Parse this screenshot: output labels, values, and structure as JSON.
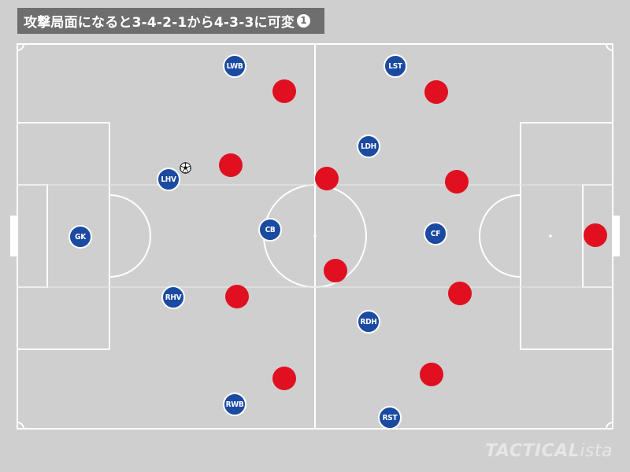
{
  "title": "攻撃局面になると3-4-2-1から4-3-3に可変",
  "title_badge": "1",
  "watermark": {
    "main": "TACTICAL",
    "suffix": "ista"
  },
  "colors": {
    "home": "#1a4aa1",
    "away": "#e01020",
    "pitch": "#cfcfcf",
    "lines": "#ffffff"
  },
  "home_players": [
    {
      "label": "LWB"
    },
    {
      "label": "LST"
    },
    {
      "label": "LDH"
    },
    {
      "label": "LHV"
    },
    {
      "label": "GK"
    },
    {
      "label": "CB"
    },
    {
      "label": "CF"
    },
    {
      "label": "RHV"
    },
    {
      "label": "RDH"
    },
    {
      "label": "RWB"
    },
    {
      "label": "RST"
    }
  ],
  "opponent_count": 11,
  "ball_icon": "soccer-ball-icon"
}
